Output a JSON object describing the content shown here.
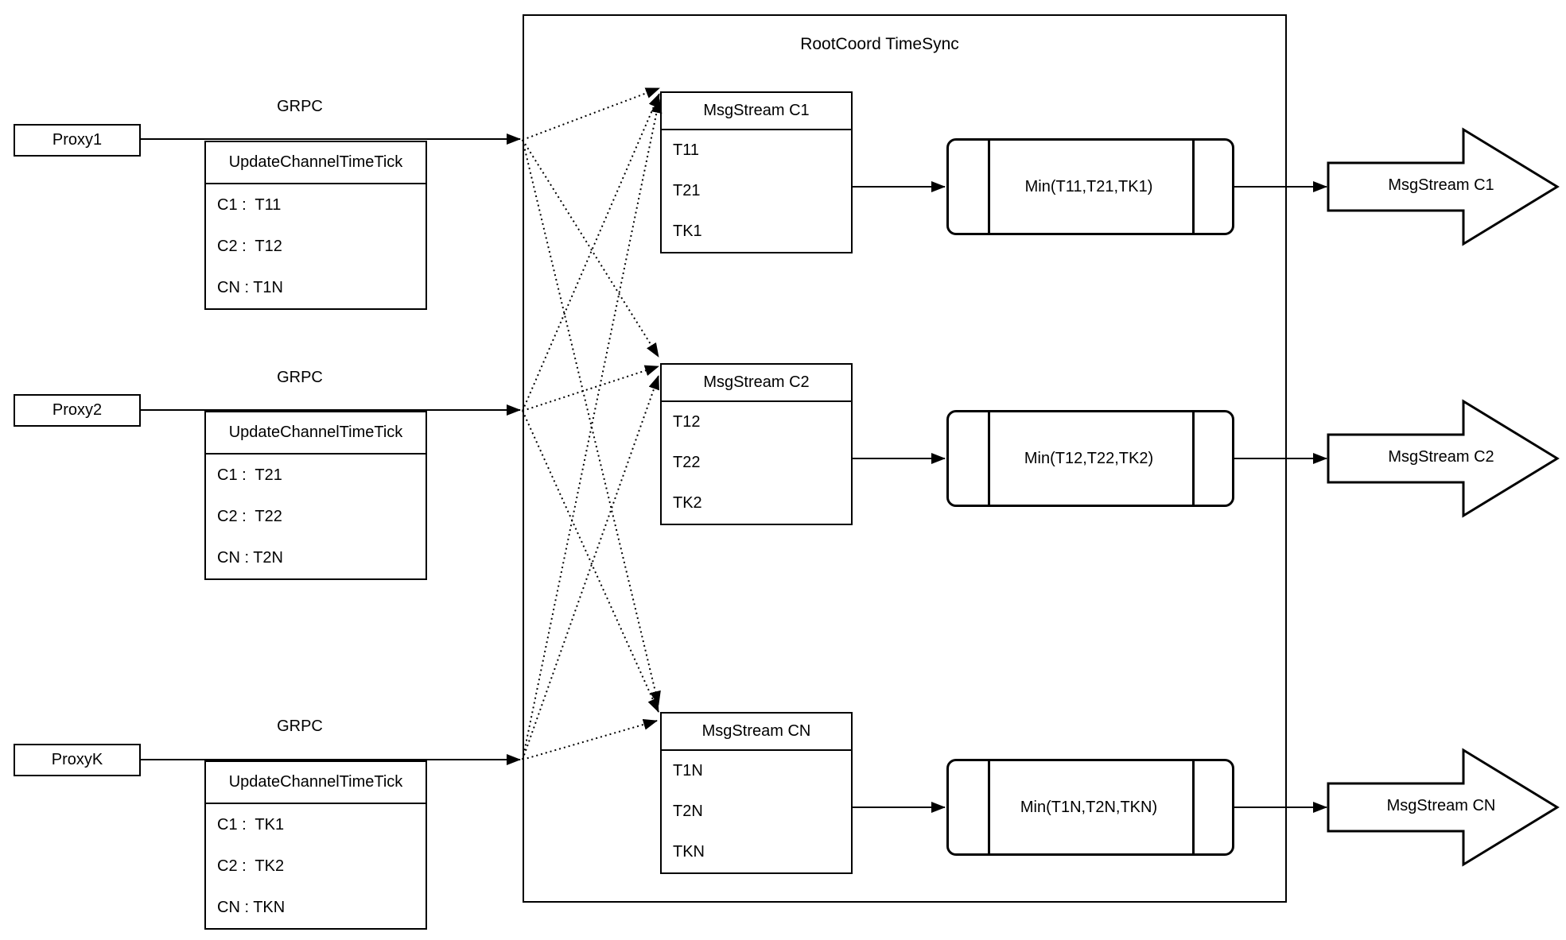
{
  "diagram": {
    "container_title": "RootCoord TimeSync",
    "grpc_label": "GRPC",
    "update_header": "UpdateChannelTimeTick",
    "proxies": [
      {
        "name": "Proxy1",
        "rows": [
          "C1 :  T11",
          "C2 :  T12",
          "CN : T1N"
        ]
      },
      {
        "name": "Proxy2",
        "rows": [
          "C1 :  T21",
          "C2 :  T22",
          "CN : T2N"
        ]
      },
      {
        "name": "ProxyK",
        "rows": [
          "C1 :  TK1",
          "C2 :  TK2",
          "CN : TKN"
        ]
      }
    ],
    "streams": [
      {
        "header": "MsgStream C1",
        "rows": [
          "T11",
          "T21",
          "TK1"
        ],
        "min_label": "Min(T11,T21,TK1)",
        "out_label": "MsgStream C1"
      },
      {
        "header": "MsgStream C2",
        "rows": [
          "T12",
          "T22",
          "TK2"
        ],
        "min_label": "Min(T12,T22,TK2)",
        "out_label": "MsgStream C2"
      },
      {
        "header": "MsgStream CN",
        "rows": [
          "T1N",
          "T2N",
          "TKN"
        ],
        "min_label": "Min(T1N,T2N,TKN)",
        "out_label": "MsgStream CN"
      }
    ],
    "colors": {
      "stroke": "#000000",
      "background": "#ffffff"
    }
  }
}
